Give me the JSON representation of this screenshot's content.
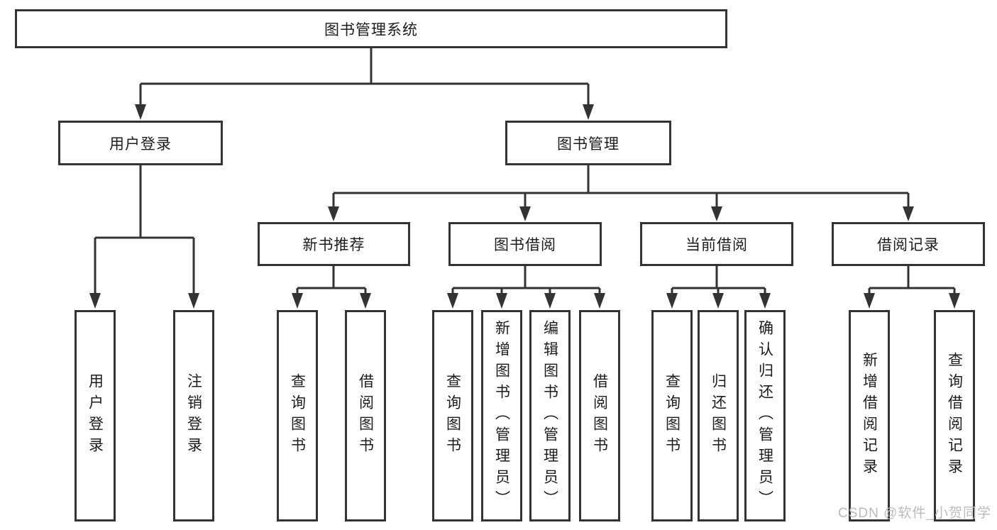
{
  "diagram": {
    "type": "hierarchy-tree",
    "colors": {
      "line": "#333333",
      "box_border": "#333333",
      "text": "#1c1c1c",
      "background": "#ffffff",
      "watermark": "#bcbcbc"
    },
    "tree": {
      "label": "图书管理系统",
      "children": [
        {
          "label": "用户登录",
          "children": [
            {
              "label": "用户登录"
            },
            {
              "label": "注销登录"
            }
          ]
        },
        {
          "label": "图书管理",
          "children": [
            {
              "label": "新书推荐",
              "children": [
                {
                  "label": "查询图书"
                },
                {
                  "label": "借阅图书"
                }
              ]
            },
            {
              "label": "图书借阅",
              "children": [
                {
                  "label": "查询图书"
                },
                {
                  "label": "新增图书（管理员）"
                },
                {
                  "label": "编辑图书（管理员）"
                },
                {
                  "label": "借阅图书"
                }
              ]
            },
            {
              "label": "当前借阅",
              "children": [
                {
                  "label": "查询图书"
                },
                {
                  "label": "归还图书"
                },
                {
                  "label": "确认归还（管理员）"
                }
              ]
            },
            {
              "label": "借阅记录",
              "children": [
                {
                  "label": "新增借阅记录"
                },
                {
                  "label": "查询借阅记录"
                }
              ]
            }
          ]
        }
      ]
    },
    "watermark": {
      "text": "CSDN @软件_小贺同学"
    }
  }
}
